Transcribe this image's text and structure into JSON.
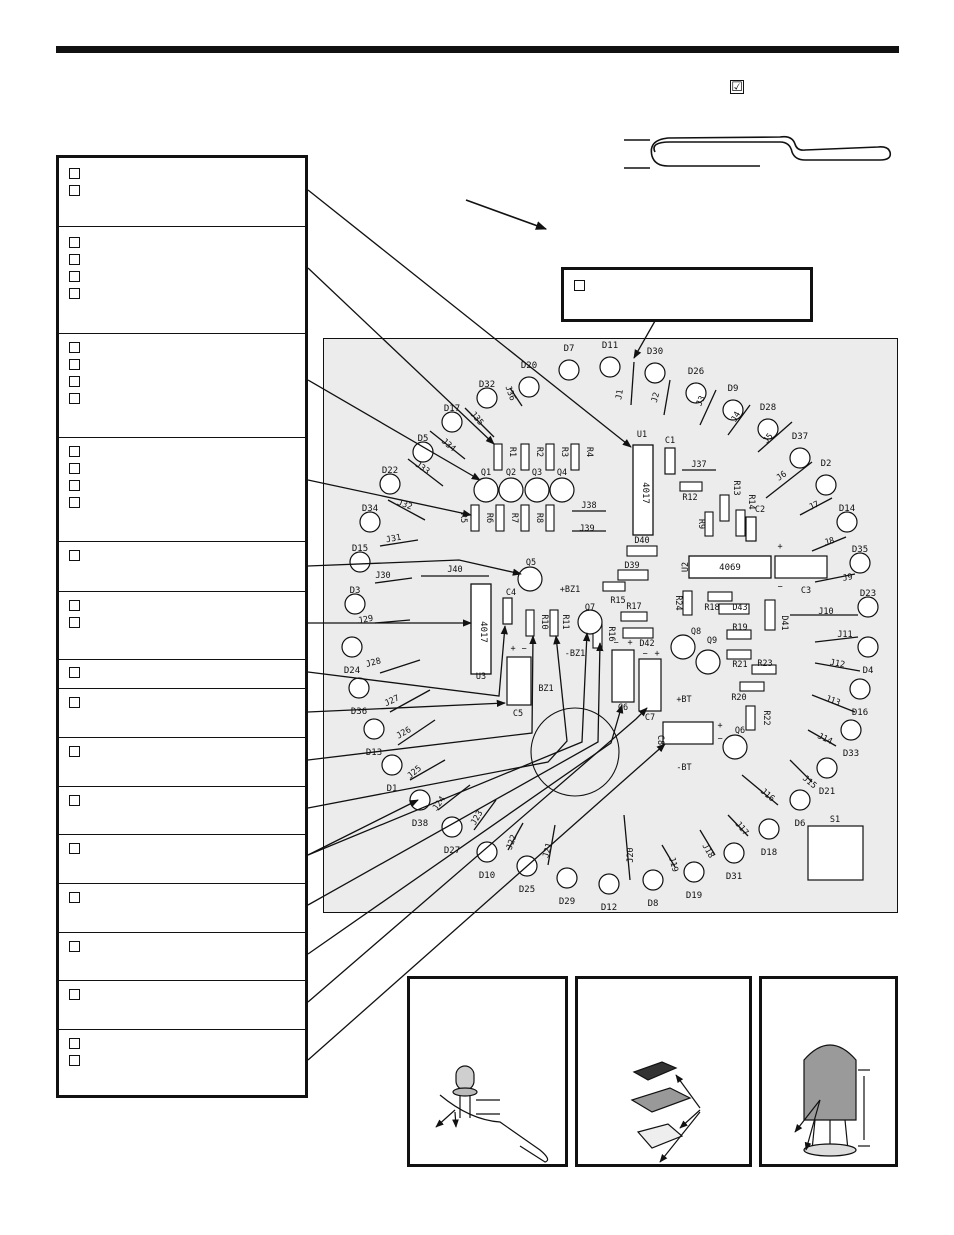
{
  "header": {
    "check_glyph": "☑"
  },
  "pcb": {
    "leds": [
      {
        "label": "D20"
      },
      {
        "label": "D7"
      },
      {
        "label": "D11"
      },
      {
        "label": "D30"
      },
      {
        "label": "D26"
      },
      {
        "label": "D9"
      },
      {
        "label": "D28"
      },
      {
        "label": "D37"
      },
      {
        "label": "D2"
      },
      {
        "label": "D14"
      },
      {
        "label": "D35"
      },
      {
        "label": "D23"
      },
      {
        "label": "D4"
      },
      {
        "label": "D16"
      },
      {
        "label": "D33"
      },
      {
        "label": "D21"
      },
      {
        "label": "D6"
      },
      {
        "label": "D18"
      },
      {
        "label": "D31"
      },
      {
        "label": "D19"
      },
      {
        "label": "D8"
      },
      {
        "label": "D12"
      },
      {
        "label": "D29"
      },
      {
        "label": "D25"
      },
      {
        "label": "D10"
      },
      {
        "label": "D27"
      },
      {
        "label": "D38"
      },
      {
        "label": "D1"
      },
      {
        "label": "D13"
      },
      {
        "label": "D36"
      },
      {
        "label": "D24"
      },
      {
        "label": "D3"
      },
      {
        "label": "D15"
      },
      {
        "label": "D34"
      },
      {
        "label": "D22"
      },
      {
        "label": "D5"
      },
      {
        "label": "D17"
      },
      {
        "label": "D32"
      }
    ],
    "jumpers": [
      {
        "label": "J1"
      },
      {
        "label": "J2"
      },
      {
        "label": "J3"
      },
      {
        "label": "J4"
      },
      {
        "label": "J5"
      },
      {
        "label": "J6"
      },
      {
        "label": "J7"
      },
      {
        "label": "J8"
      },
      {
        "label": "J9"
      },
      {
        "label": "J10"
      },
      {
        "label": "J11"
      },
      {
        "label": "J12"
      },
      {
        "label": "J13"
      },
      {
        "label": "J14"
      },
      {
        "label": "J15"
      },
      {
        "label": "J16"
      },
      {
        "label": "J17"
      },
      {
        "label": "J18"
      },
      {
        "label": "J19"
      },
      {
        "label": "J20"
      },
      {
        "label": "J21"
      },
      {
        "label": "J22"
      },
      {
        "label": "J23"
      },
      {
        "label": "J24"
      },
      {
        "label": "J25"
      },
      {
        "label": "J26"
      },
      {
        "label": "J27"
      },
      {
        "label": "J28"
      },
      {
        "label": "J29"
      },
      {
        "label": "J30"
      },
      {
        "label": "J31"
      },
      {
        "label": "J32"
      },
      {
        "label": "J33"
      },
      {
        "label": "J34"
      },
      {
        "label": "J35"
      },
      {
        "label": "J36"
      },
      {
        "label": "J37"
      },
      {
        "label": "J38"
      },
      {
        "label": "J39"
      },
      {
        "label": "J40"
      }
    ],
    "resistors": [
      {
        "label": "R1"
      },
      {
        "label": "R2"
      },
      {
        "label": "R3"
      },
      {
        "label": "R4"
      },
      {
        "label": "R5"
      },
      {
        "label": "R6"
      },
      {
        "label": "R7"
      },
      {
        "label": "R8"
      },
      {
        "label": "R9"
      },
      {
        "label": "R10"
      },
      {
        "label": "R11"
      },
      {
        "label": "R12"
      },
      {
        "label": "R13"
      },
      {
        "label": "R14"
      },
      {
        "label": "R15"
      },
      {
        "label": "R16"
      },
      {
        "label": "R17"
      },
      {
        "label": "R18"
      },
      {
        "label": "R19"
      },
      {
        "label": "R20"
      },
      {
        "label": "R21"
      },
      {
        "label": "R22"
      },
      {
        "label": "R23"
      },
      {
        "label": "R24"
      }
    ],
    "transistors": [
      {
        "label": "Q1"
      },
      {
        "label": "Q2"
      },
      {
        "label": "Q3"
      },
      {
        "label": "Q4"
      },
      {
        "label": "Q5"
      },
      {
        "label": "Q6"
      },
      {
        "label": "Q7"
      },
      {
        "label": "Q8"
      },
      {
        "label": "Q9"
      }
    ],
    "ics": [
      {
        "label": "U1",
        "part": "4017"
      },
      {
        "label": "U2",
        "part": "4069"
      },
      {
        "label": "U3",
        "part": "4017"
      }
    ],
    "capacitors": [
      {
        "label": "C1"
      },
      {
        "label": "C2"
      },
      {
        "label": "C3"
      },
      {
        "label": "C4"
      },
      {
        "label": "C5"
      },
      {
        "label": "C6"
      },
      {
        "label": "C7"
      },
      {
        "label": "C8"
      }
    ],
    "diodes": [
      {
        "label": "D39"
      },
      {
        "label": "D40"
      },
      {
        "label": "D41"
      },
      {
        "label": "D42"
      },
      {
        "label": "D43"
      }
    ],
    "misc": {
      "bz1": "BZ1",
      "plus_bz1": "+BZ1",
      "minus_bz1": "-BZ1",
      "plus_bt": "+BT",
      "minus_bt": "-BT",
      "switch": "S1",
      "plus": "+",
      "minus": "−"
    }
  }
}
